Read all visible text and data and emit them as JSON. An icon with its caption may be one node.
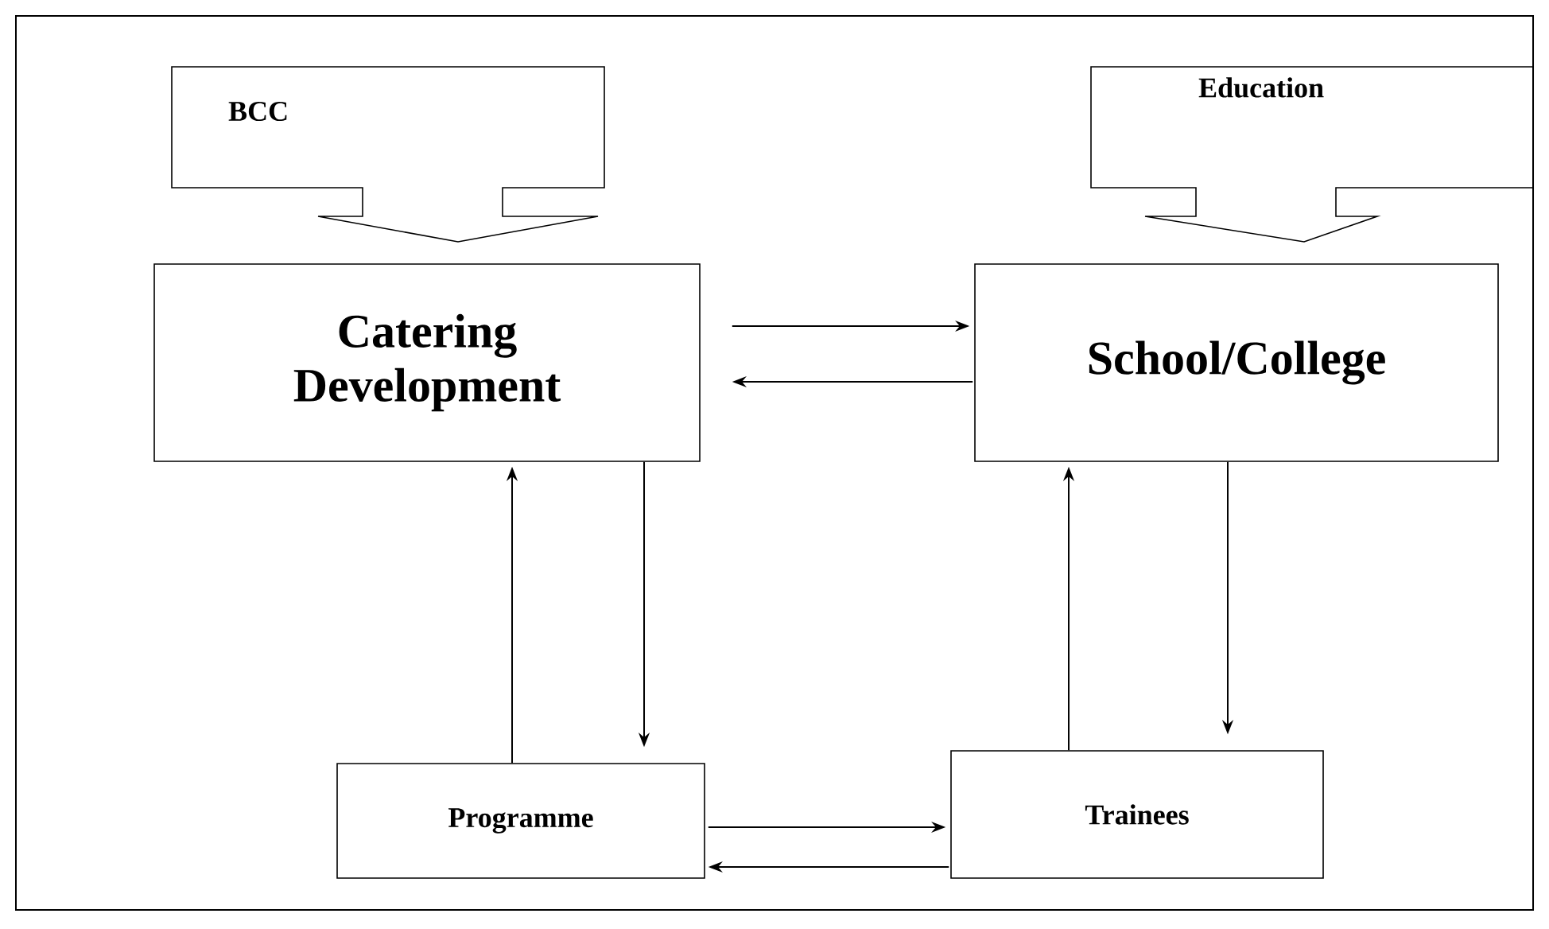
{
  "diagram": {
    "nodes": [
      {
        "text": [
          "BCC"
        ]
      },
      {
        "text": [
          "Education"
        ]
      },
      {
        "text": [
          "Catering Development"
        ]
      },
      {
        "text": [
          "School/College"
        ]
      },
      {
        "text": [
          "Programme"
        ]
      },
      {
        "text": [
          "Trainees"
        ]
      }
    ],
    "edges": [
      {
        "from": 2,
        "to": 3,
        "arrow": "to"
      },
      {
        "from": 3,
        "to": 2,
        "arrow": "to"
      },
      {
        "from": 2,
        "to": 4,
        "arrow": "to"
      },
      {
        "from": 4,
        "to": 2,
        "arrow": "to"
      },
      {
        "from": 3,
        "to": 5,
        "arrow": "to"
      },
      {
        "from": 5,
        "to": 3,
        "arrow": "to"
      },
      {
        "from": 4,
        "to": 5,
        "arrow": "to"
      },
      {
        "from": 5,
        "to": 4,
        "arrow": "to"
      }
    ]
  }
}
